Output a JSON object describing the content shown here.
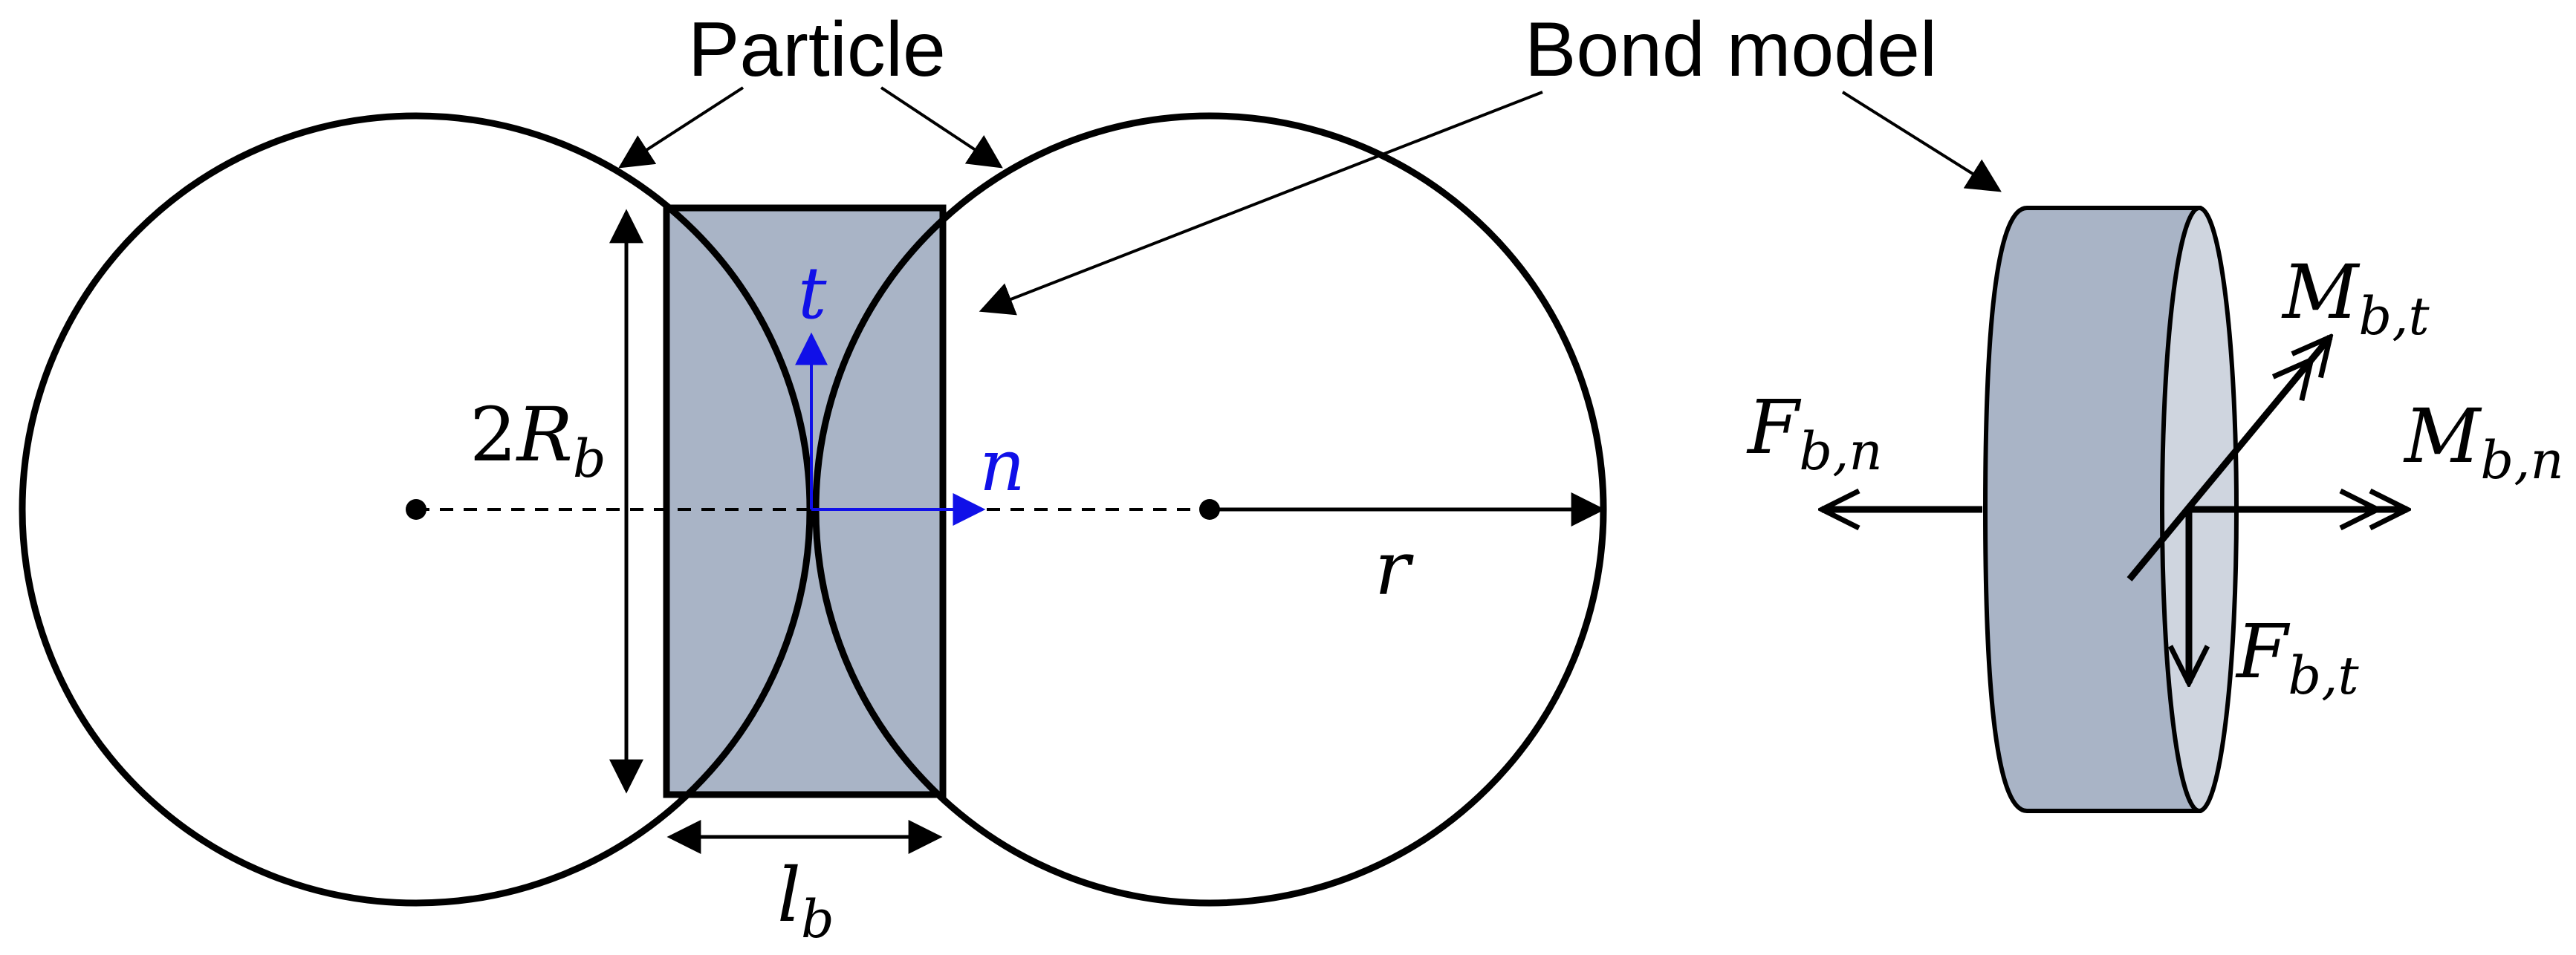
{
  "labels": {
    "particle": "Particle",
    "bond_model": "Bond model"
  },
  "symbols": {
    "two_R": "2",
    "R_main": "R",
    "R_sub": "b",
    "t": "t",
    "n": "n",
    "r": "r",
    "l_main": "l",
    "l_sub": "b",
    "Fbn_main": "F",
    "Fbn_sub": "b,n",
    "Mbt_main": "M",
    "Mbt_sub": "b,t",
    "Mbn_main": "M",
    "Mbn_sub": "b,n",
    "Fbt_main": "F",
    "Fbt_sub": "b,t"
  },
  "colors": {
    "bond_fill": "#a9b4c6",
    "bond_face": "#cfd5df",
    "axis_blue": "#1010e8",
    "stroke": "#000000"
  }
}
